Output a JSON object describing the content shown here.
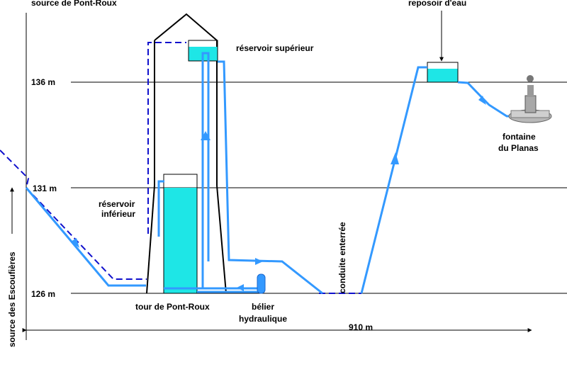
{
  "labels": {
    "source_pont_roux": "source de Pont-Roux",
    "reposoir": "reposoir d'eau",
    "reservoir_superieur": "réservoir supérieur",
    "reservoir_inferieur_1": "réservoir",
    "reservoir_inferieur_2": "inférieur",
    "tour": "tour de Pont-Roux",
    "belier_1": "bélier",
    "belier_2": "hydraulique",
    "conduite": "conduite enterrée",
    "fontaine_1": "fontaine",
    "fontaine_2": "du Planas",
    "source_escoufieres": "source des Escoufières",
    "distance": "910 m"
  },
  "levels": [
    "136 m",
    "131 m",
    "126 m"
  ],
  "colors": {
    "water": "#3399ff",
    "water_fill": "#1ee6e6",
    "pipe_dashed": "#1010cc",
    "line": "#000000"
  }
}
